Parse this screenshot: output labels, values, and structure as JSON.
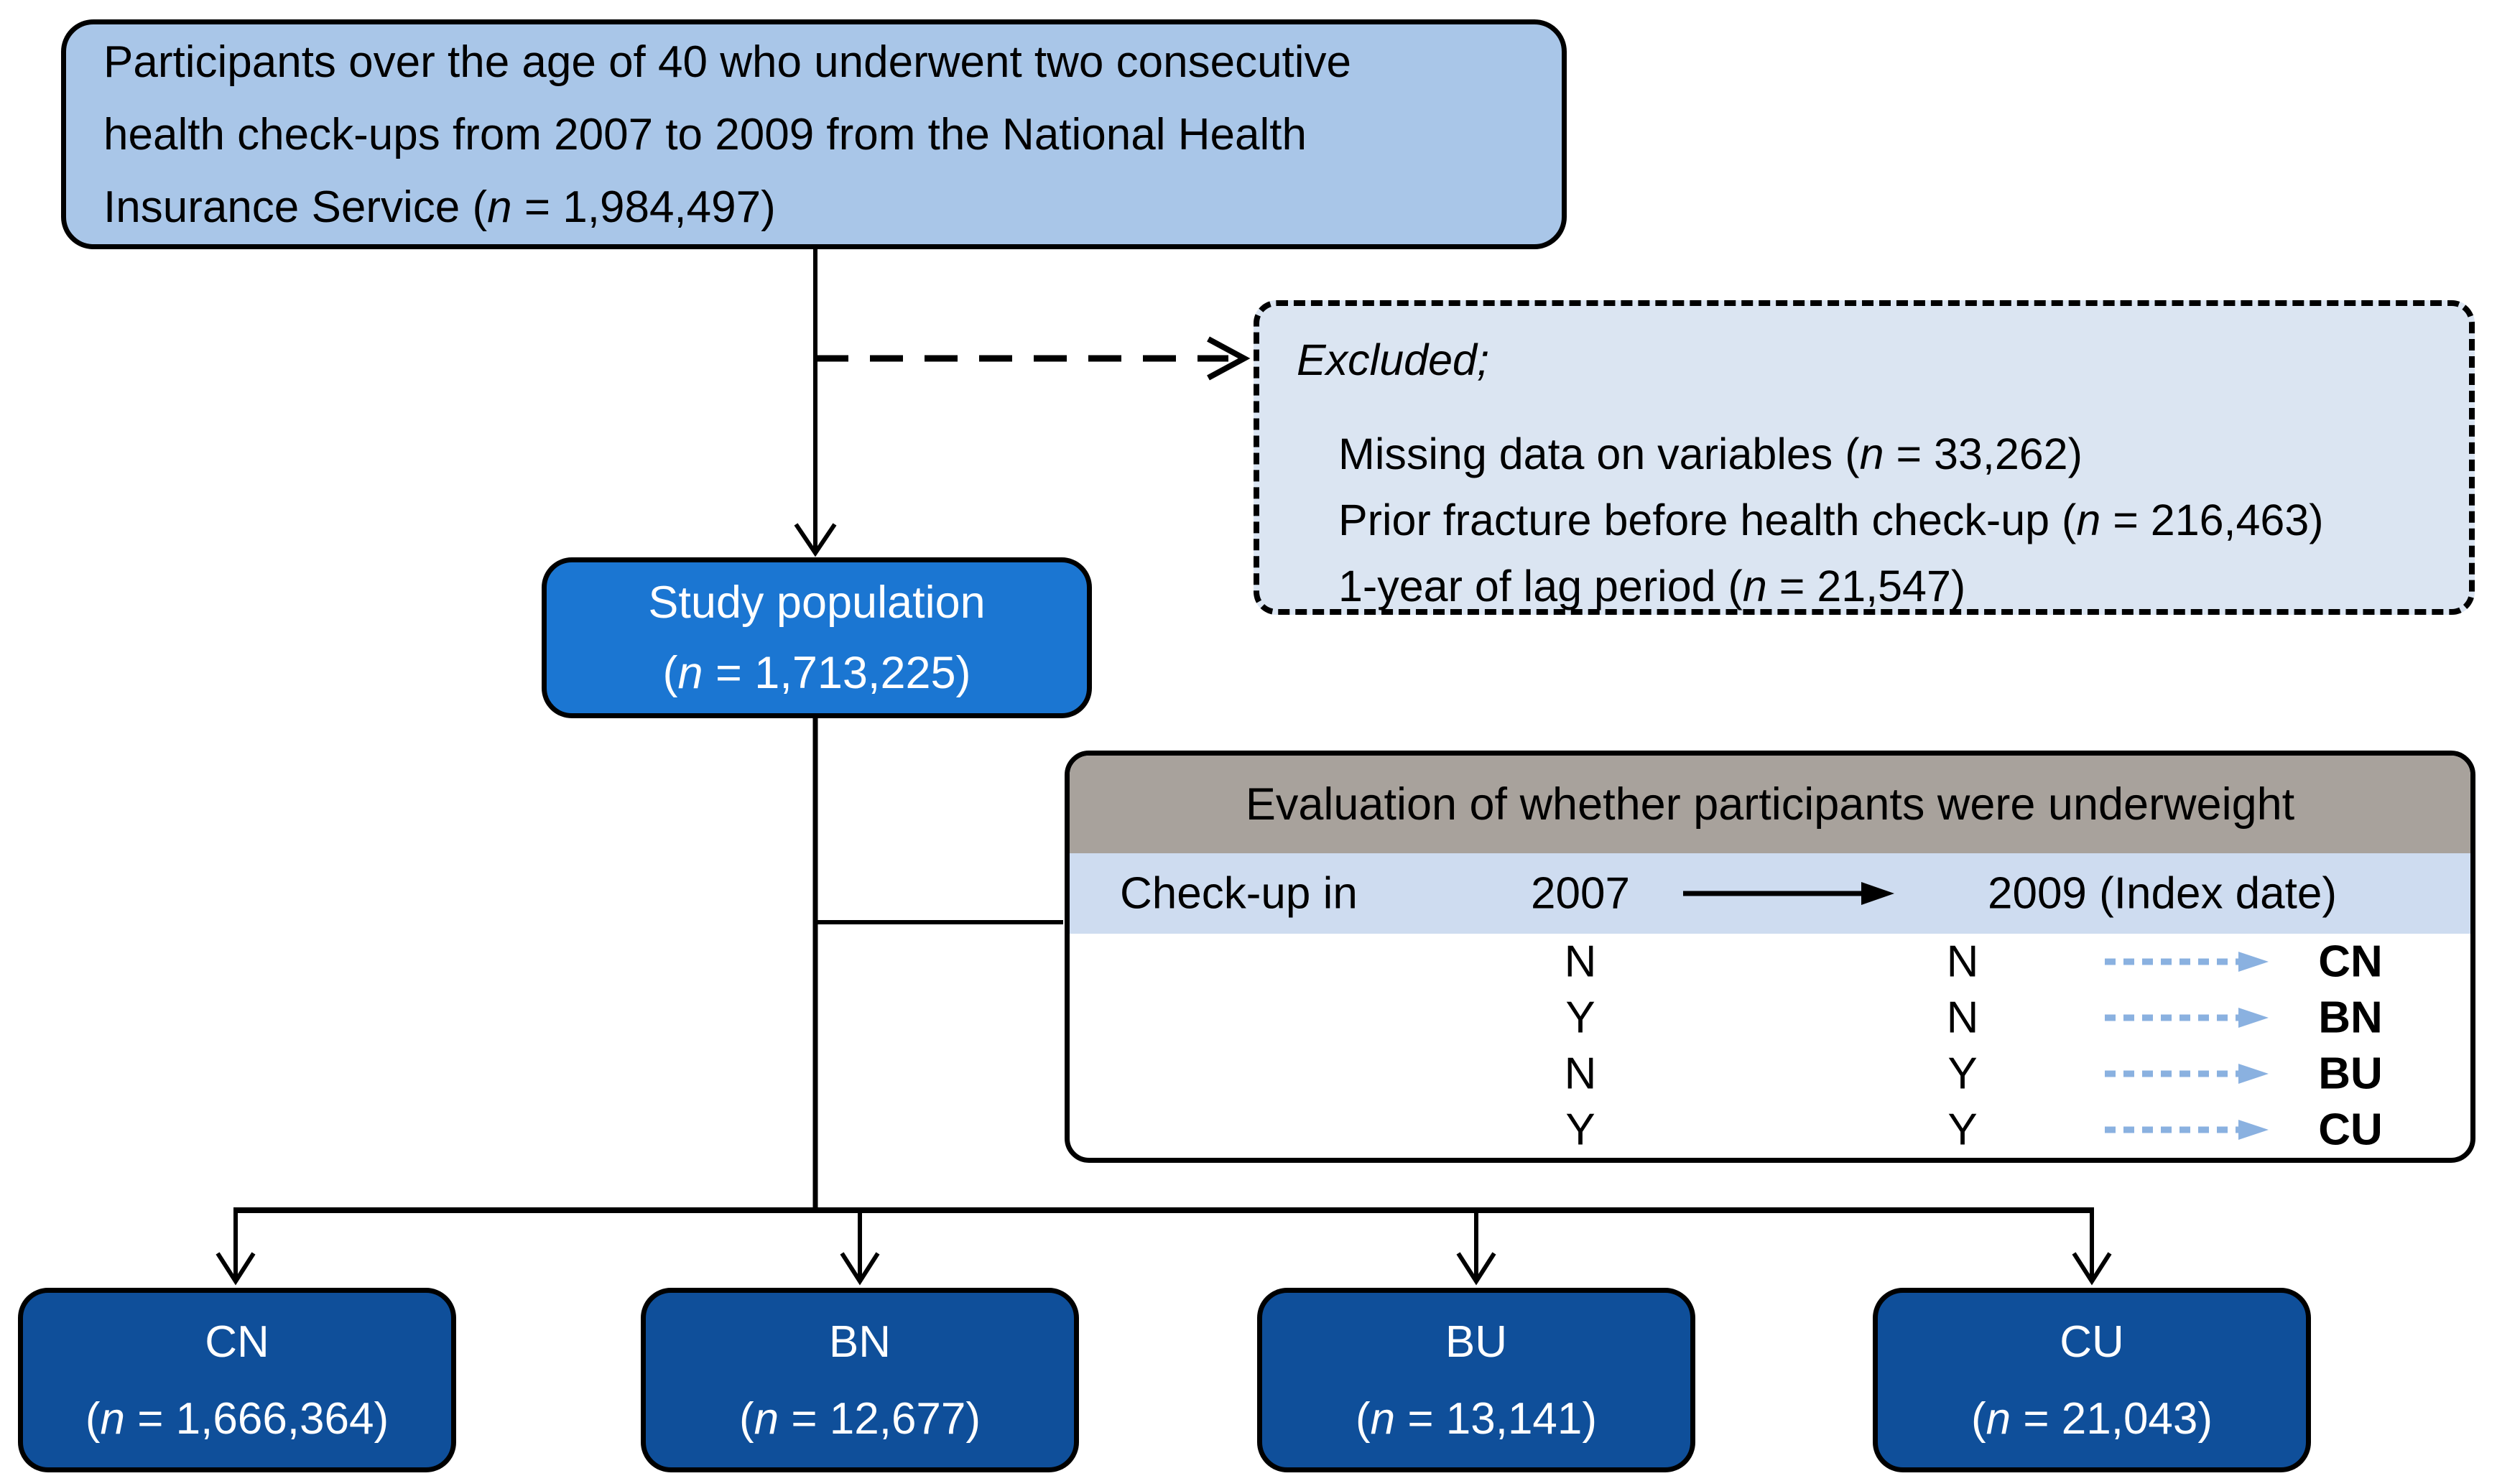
{
  "n_symbol": "n",
  "top_box": {
    "line1": "Participants over the age of 40 who underwent two consecutive",
    "line2": "health check-ups from 2007 to 2009 from the National Health",
    "line3_prefix": "Insurance Service (",
    "line3_suffix": " = 1,984,497)"
  },
  "excluded_box": {
    "heading": "Excluded;",
    "items": [
      {
        "prefix": "Missing data on variables (",
        "suffix": " = 33,262)"
      },
      {
        "prefix": "Prior fracture before health check-up (",
        "suffix": " = 216,463)"
      },
      {
        "prefix": "1-year of lag period (",
        "suffix": " = 21,547)"
      }
    ]
  },
  "study_box": {
    "title": "Study population",
    "n_prefix": "(",
    "n_suffix": " = 1,713,225)"
  },
  "evaluation_table": {
    "header": "Evaluation of whether participants were underweight",
    "subheader": {
      "label": "Check-up in",
      "year_from": "2007",
      "year_to": "2009 (Index date)"
    },
    "rows": [
      {
        "status_2007": "N",
        "status_2009": "N",
        "category": "CN"
      },
      {
        "status_2007": "Y",
        "status_2009": "N",
        "category": "BN"
      },
      {
        "status_2007": "N",
        "status_2009": "Y",
        "category": "BU"
      },
      {
        "status_2007": "Y",
        "status_2009": "Y",
        "category": "CU"
      }
    ]
  },
  "outcome_boxes": [
    {
      "label": "CN",
      "n_prefix": "(",
      "n_suffix": " = 1,666,364)"
    },
    {
      "label": "BN",
      "n_prefix": "(",
      "n_suffix": " = 12,677)"
    },
    {
      "label": "BU",
      "n_prefix": "(",
      "n_suffix": " = 13,141)"
    },
    {
      "label": "CU",
      "n_prefix": "(",
      "n_suffix": " = 21,043)"
    }
  ],
  "colors": {
    "top_box_fill": "#a9c6e8",
    "excluded_fill": "#dbe5f2",
    "study_fill": "#1b76d2",
    "outcome_fill": "#0f4f9a",
    "table_header_fill": "#a8a29c",
    "table_subheader_fill": "#cedcf0",
    "table_row_arrow": "#8ab1e0",
    "line_color": "#000000"
  }
}
